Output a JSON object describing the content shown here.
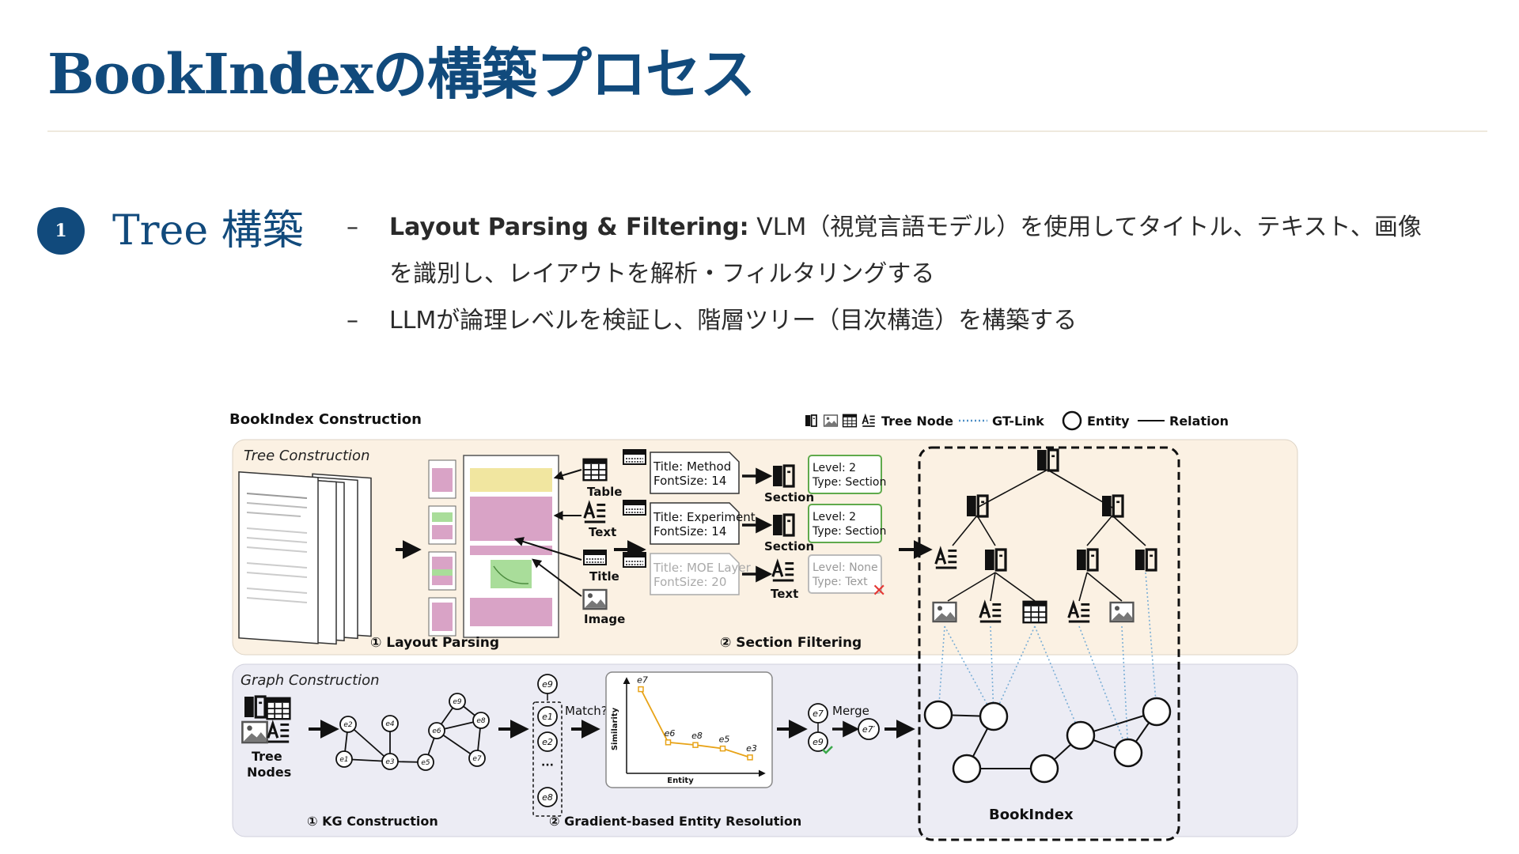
{
  "slide": {
    "title": "BookIndexの構築プロセス",
    "step_number": "1",
    "step_title": "Tree 構築",
    "bullets": [
      {
        "dash": "–",
        "strong": "Layout Parsing & Filtering:",
        "text": " VLM（視覚言語モデル）を使用してタイトル、テキスト、画像を識別し、レイアウトを解析・フィルタリングする"
      },
      {
        "dash": "–",
        "strong": "",
        "text": "LLMが論理レベルを検証し、階層ツリー（目次構造）を構築する"
      }
    ]
  },
  "figure": {
    "header_title": "BookIndex Construction",
    "legend": {
      "tree_node": "Tree Node",
      "gt_link": "GT-Link",
      "entity": "Entity",
      "relation": "Relation"
    },
    "tree_panel": {
      "title": "Tree Construction",
      "step1_label": "① Layout Parsing",
      "step2_label": "② Section Filtering",
      "element_types": [
        "Table",
        "Text",
        "Title",
        "Image"
      ],
      "candidates": [
        {
          "title": "Title: Method",
          "font": "FontSize: 14",
          "result": "Section",
          "level": "Level: 2",
          "type": "Type: Section"
        },
        {
          "title": "Title: Experiment",
          "font": "FontSize: 14",
          "result": "Section",
          "level": "Level: 2",
          "type": "Type: Section"
        },
        {
          "title": "Title: MOE Layer",
          "font": "FontSize: 20",
          "result": "Text",
          "level": "Level: None",
          "type": "Type: Text"
        }
      ],
      "rejected_mark": "✕"
    },
    "graph_panel": {
      "title": "Graph Construction",
      "tree_nodes_label": [
        "Tree",
        "Nodes"
      ],
      "step1_label": "① KG Construction",
      "step2_label": "② Gradient-based Entity Resolution",
      "match_label": "Match?",
      "merge_label": "Merge",
      "ellipsis": "···",
      "kg_nodes": [
        "e1",
        "e2",
        "e3",
        "e4",
        "e5",
        "e6",
        "e7",
        "e8",
        "e9"
      ],
      "candidate_column": [
        "e9",
        "e1",
        "e2",
        "e8"
      ],
      "merge_nodes": [
        "e7",
        "e9"
      ],
      "merged_node": "e7′"
    },
    "chart_data": {
      "type": "line",
      "title": "",
      "xlabel": "Entity",
      "ylabel": "Similarity",
      "categories": [
        "e7",
        "e6",
        "e8",
        "e5",
        "e3"
      ],
      "series": [
        {
          "values": [
            0.95,
            0.35,
            0.32,
            0.28,
            0.18
          ]
        }
      ],
      "ylim": [
        0,
        1
      ],
      "grid": false,
      "point_color": "#e8a317"
    },
    "bookindex_label": "BookIndex"
  },
  "colors": {
    "title_blue": "#114a7c",
    "tree_panel_bg": "#fbf1e3",
    "graph_panel_bg": "#ececf4",
    "level_box_border": "#5faa4c",
    "reject_red": "#e53935",
    "gt_link": "#7aaed6",
    "highlight_pink": "#d9a3c6",
    "highlight_yellow": "#f1e6a0",
    "highlight_green": "#a9dd9a"
  }
}
